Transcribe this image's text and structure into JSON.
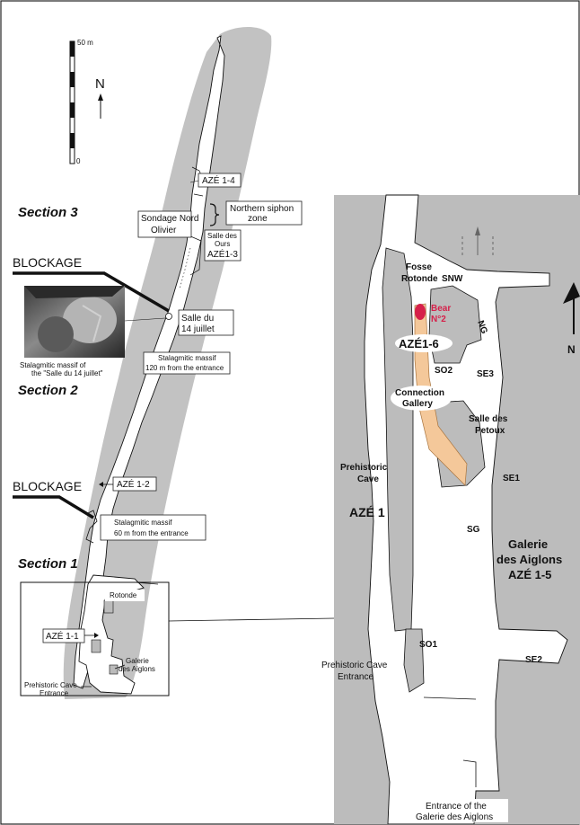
{
  "overview": {
    "scale_top": "50 m",
    "scale_bottom": "0",
    "north": "N",
    "sections": {
      "s3": "Section 3",
      "s2": "Section 2",
      "s1": "Section 1"
    },
    "blockage": "BLOCKAGE",
    "labels": {
      "aze14": "AZÉ 1-4",
      "northern_siphon_1": "Northern siphon",
      "northern_siphon_2": "zone",
      "sondage_1": "Sondage Nord",
      "sondage_2": "Olivier",
      "salle_ours_1": "Salle des",
      "salle_ours_2": "Ours",
      "aze13": "AZÉ1-3",
      "salle14_1": "Salle du",
      "salle14_2": "14 juillet",
      "stal120_1": "Stalagmitic massif",
      "stal120_2": "120 m from the entrance",
      "aze12": "AZÉ 1-2",
      "stal60_1": "Stalagmitic massif",
      "stal60_2": "60 m from the entrance",
      "rotonde": "Rotonde",
      "aze11": "AZÉ 1-1",
      "galerie_1": "Galerie",
      "galerie_2": "des Aiglons",
      "prehist_1": "Prehistoric Cave",
      "prehist_2": "Entrance"
    },
    "photo_caption_1": "Stalagmitic massif of",
    "photo_caption_2": "the \"Salle du 14 juillet\""
  },
  "detail": {
    "north": "N",
    "fosse_1": "Fosse",
    "fosse_2": "Rotonde",
    "snw": "SNW",
    "ng": "NG",
    "bear_1": "Bear",
    "bear_2": "N°2",
    "aze16": "AZÉ1-6",
    "so2": "SO2",
    "se3": "SE3",
    "connection_1": "Connection",
    "connection_2": "Gallery",
    "salle_petoux_1": "Salle des",
    "salle_petoux_2": "Petoux",
    "prehistoric_cave_1": "Prehistoric",
    "prehistoric_cave_2": "Cave",
    "aze1": "AZÉ 1",
    "se1": "SE1",
    "sg": "SG",
    "galerie_1": "Galerie",
    "galerie_2": "des Aiglons",
    "galerie_3": "AZÉ 1-5",
    "so1": "SO1",
    "se2": "SE2",
    "prehist_entrance_1": "Prehistoric Cave",
    "prehist_entrance_2": "Entrance",
    "aiglons_entrance_1": "Entrance of the",
    "aiglons_entrance_2": "Galerie des Aiglons"
  },
  "colors": {
    "rock": "#bcbcbc",
    "passage": "#ffffff",
    "bear": "#d6204a",
    "connection": "#f4c89a"
  }
}
